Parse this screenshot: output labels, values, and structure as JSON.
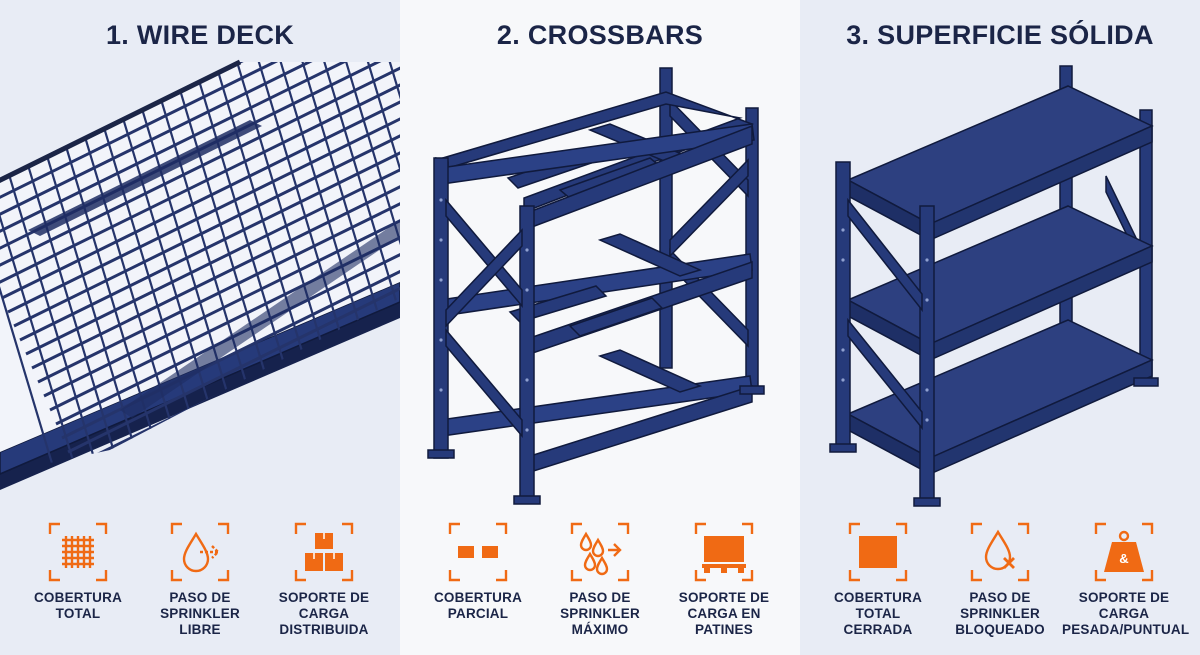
{
  "colors": {
    "navy": "#1b2547",
    "steel": "#263a7a",
    "steel_dark": "#16224d",
    "orange": "#f06a14"
  },
  "panels": [
    {
      "title": "1. WIRE DECK",
      "features": [
        {
          "icon": "grid-coverage-icon",
          "lines": [
            "COBERTURA",
            "TOTAL"
          ]
        },
        {
          "icon": "water-drop-arrow-icon",
          "lines": [
            "PASO DE",
            "SPRINKLER",
            "LIBRE"
          ]
        },
        {
          "icon": "stacked-boxes-icon",
          "lines": [
            "SOPORTE DE",
            "CARGA",
            "DISTRIBUIDA"
          ]
        }
      ]
    },
    {
      "title": "2. CROSSBARS",
      "features": [
        {
          "icon": "split-bars-icon",
          "lines": [
            "COBERTURA",
            "PARCIAL"
          ]
        },
        {
          "icon": "water-drops-arrow-icon",
          "lines": [
            "PASO DE",
            "SPRINKLER",
            "MÁXIMO"
          ]
        },
        {
          "icon": "pallet-icon",
          "lines": [
            "SOPORTE DE",
            "CARGA EN",
            "PATINES"
          ]
        }
      ]
    },
    {
      "title": "3. SUPERFICIE SÓLIDA",
      "features": [
        {
          "icon": "solid-square-icon",
          "lines": [
            "COBERTURA",
            "TOTAL",
            "CERRADA"
          ]
        },
        {
          "icon": "water-drop-blocked-icon",
          "lines": [
            "PASO DE",
            "SPRINKLER",
            "BLOQUEADO"
          ]
        },
        {
          "icon": "heavy-weight-icon",
          "lines": [
            "SOPORTE DE",
            "CARGA",
            "PESADA/PUNTUAL"
          ]
        }
      ]
    }
  ]
}
